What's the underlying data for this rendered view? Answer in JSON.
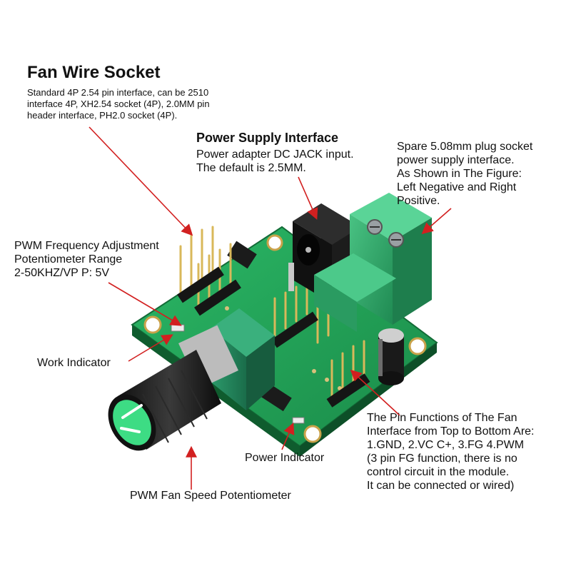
{
  "fan_wire_socket": {
    "title": "Fan Wire Socket",
    "description": "Standard 4P 2.54 pin interface, can be 2510\ninterface 4P, XH2.54 socket (4P), 2.0MM pin\nheader interface, PH2.0 socket (4P)."
  },
  "power_supply_interface": {
    "title": "Power Supply Interface",
    "description": "Power adapter DC JACK input.\nThe default is 2.5MM."
  },
  "spare_plug_socket": {
    "description": "Spare 5.08mm plug socket\n power supply interface.\nAs Shown in The Figure:\nLeft Negative and Right\nPositive."
  },
  "pwm_frequency": {
    "description": "PWM Frequency Adjustment\nPotentiometer Range\n2-50KHZ/VP P: 5V"
  },
  "work_indicator": {
    "label": "Work Indicator"
  },
  "power_indicator": {
    "label": "Power Indicator"
  },
  "pwm_fan_speed": {
    "label": "PWM Fan Speed Potentiometer"
  },
  "pin_functions": {
    "description": "The Pin Functions of The Fan\nInterface from Top to Bottom Are:\n1.GND, 2.VC C+, 3.FG  4.PWM\n(3 pin FG function, there is no\ncontrol circuit in the module.\nIt can be connected or wired)"
  },
  "colors": {
    "pcb": "#22a35a",
    "arrow": "#d22020",
    "terminal": "#2fa86b",
    "knob": "#1a1a1a",
    "knob_cap": "#3ddc84"
  }
}
